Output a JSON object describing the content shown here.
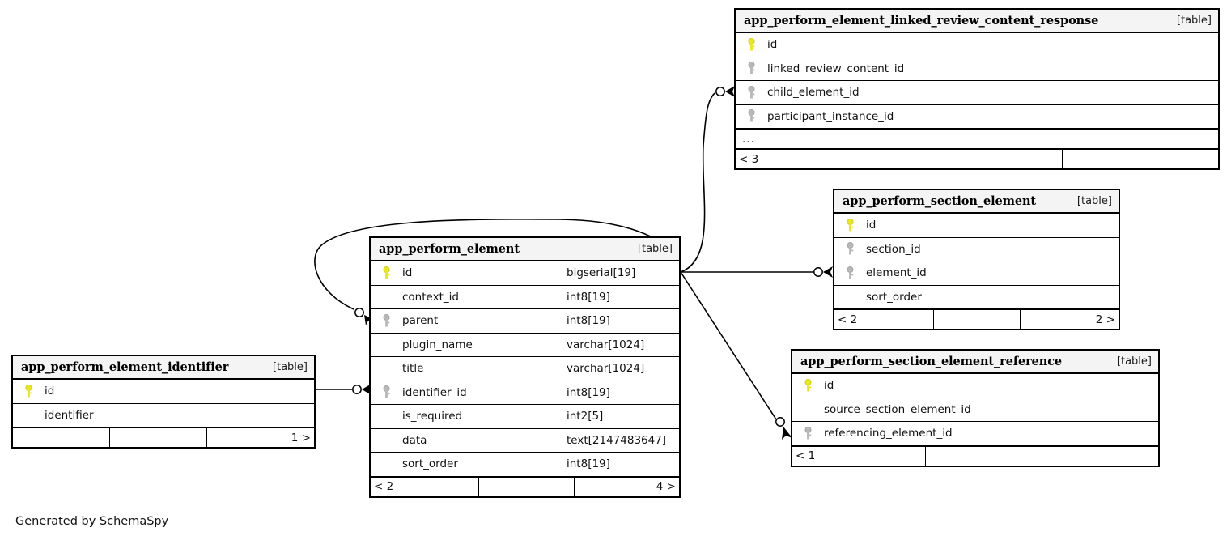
{
  "diagram": {
    "kind": "entity-relationship-diagram",
    "generator_credit": "Generated by SchemaSpy",
    "table_tag": "[table]",
    "ellipsis": "..."
  },
  "tables": {
    "linked_review_content_response": {
      "name": "app_perform_element_linked_review_content_response",
      "tag": "[table]",
      "columns": [
        {
          "key": "primary",
          "name": "id",
          "type": ""
        },
        {
          "key": "foreign",
          "name": "linked_review_content_id",
          "type": ""
        },
        {
          "key": "foreign",
          "name": "child_element_id",
          "type": ""
        },
        {
          "key": "foreign",
          "name": "participant_instance_id",
          "type": ""
        }
      ],
      "has_more": true,
      "footer": {
        "left": "< 3",
        "mid": "",
        "right": ""
      }
    },
    "section_element": {
      "name": "app_perform_section_element",
      "tag": "[table]",
      "columns": [
        {
          "key": "primary",
          "name": "id",
          "type": ""
        },
        {
          "key": "foreign",
          "name": "section_id",
          "type": ""
        },
        {
          "key": "foreign",
          "name": "element_id",
          "type": ""
        },
        {
          "key": "none",
          "name": "sort_order",
          "type": ""
        }
      ],
      "has_more": false,
      "footer": {
        "left": "< 2",
        "mid": "",
        "right": "2 >"
      }
    },
    "section_element_reference": {
      "name": "app_perform_section_element_reference",
      "tag": "[table]",
      "columns": [
        {
          "key": "primary",
          "name": "id",
          "type": ""
        },
        {
          "key": "none",
          "name": "source_section_element_id",
          "type": ""
        },
        {
          "key": "foreign",
          "name": "referencing_element_id",
          "type": ""
        }
      ],
      "has_more": false,
      "footer": {
        "left": "< 1",
        "mid": "",
        "right": ""
      }
    },
    "element_identifier": {
      "name": "app_perform_element_identifier",
      "tag": "[table]",
      "columns": [
        {
          "key": "primary",
          "name": "id",
          "type": ""
        },
        {
          "key": "none",
          "name": "identifier",
          "type": ""
        }
      ],
      "has_more": false,
      "footer": {
        "left": "",
        "mid": "",
        "right": "1 >"
      }
    },
    "element": {
      "name": "app_perform_element",
      "tag": "[table]",
      "columns": [
        {
          "key": "primary",
          "name": "id",
          "type": "bigserial[19]"
        },
        {
          "key": "none",
          "name": "context_id",
          "type": "int8[19]"
        },
        {
          "key": "foreign",
          "name": "parent",
          "type": "int8[19]"
        },
        {
          "key": "none",
          "name": "plugin_name",
          "type": "varchar[1024]"
        },
        {
          "key": "none",
          "name": "title",
          "type": "varchar[1024]"
        },
        {
          "key": "foreign",
          "name": "identifier_id",
          "type": "int8[19]"
        },
        {
          "key": "none",
          "name": "is_required",
          "type": "int2[5]"
        },
        {
          "key": "none",
          "name": "data",
          "type": "text[2147483647]"
        },
        {
          "key": "none",
          "name": "sort_order",
          "type": "int8[19]"
        }
      ],
      "has_more": false,
      "footer": {
        "left": "< 2",
        "mid": "",
        "right": "4 >"
      }
    }
  },
  "relationships": [
    {
      "from": "app_perform_element.id",
      "to": "app_perform_element_linked_review_content_response.child_element_id"
    },
    {
      "from": "app_perform_element.id",
      "to": "app_perform_section_element.element_id"
    },
    {
      "from": "app_perform_element.id",
      "to": "app_perform_section_element_reference.referencing_element_id"
    },
    {
      "from": "app_perform_element.id",
      "to": "app_perform_element.parent"
    },
    {
      "from": "app_perform_element_identifier.id",
      "to": "app_perform_element.identifier_id"
    }
  ],
  "colors": {
    "primary_key_icon": "#e8e81c",
    "foreign_key_icon": "#b3b3b3",
    "border": "#000000",
    "header_background": "#f4f4f4",
    "page_background": "#ffffff"
  },
  "icons": {
    "primary_key": "primary-key-icon",
    "foreign_key": "foreign-key-icon"
  }
}
